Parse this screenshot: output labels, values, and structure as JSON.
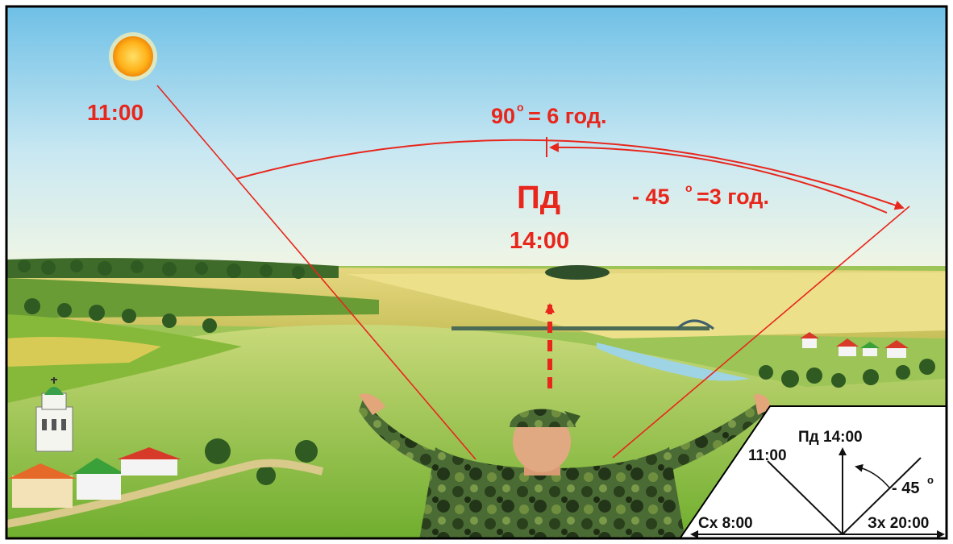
{
  "scene": {
    "sun_time": "11:00",
    "arc_label_main": "90",
    "arc_label_main_suffix": "= 6 год.",
    "arc_label_right_prefix": "- 45",
    "arc_label_right_suffix": "=3 год.",
    "degree_mark": "o",
    "south_label": "Пд",
    "south_time": "14:00"
  },
  "inset": {
    "top_label": "Пд 14:00",
    "left_time": "11:00",
    "angle_label": "- 45",
    "degree_mark": "o",
    "east_label": "Сх 8:00",
    "west_label": "Зх 20:00"
  },
  "colors": {
    "annotation_red": "#e8261c",
    "sky_top": "#7ec8e8",
    "sky_bottom": "#e8f4f4",
    "field_green": "#7cb83a",
    "uniform_dark": "#2d4a22",
    "sun": "#ffb21a"
  }
}
